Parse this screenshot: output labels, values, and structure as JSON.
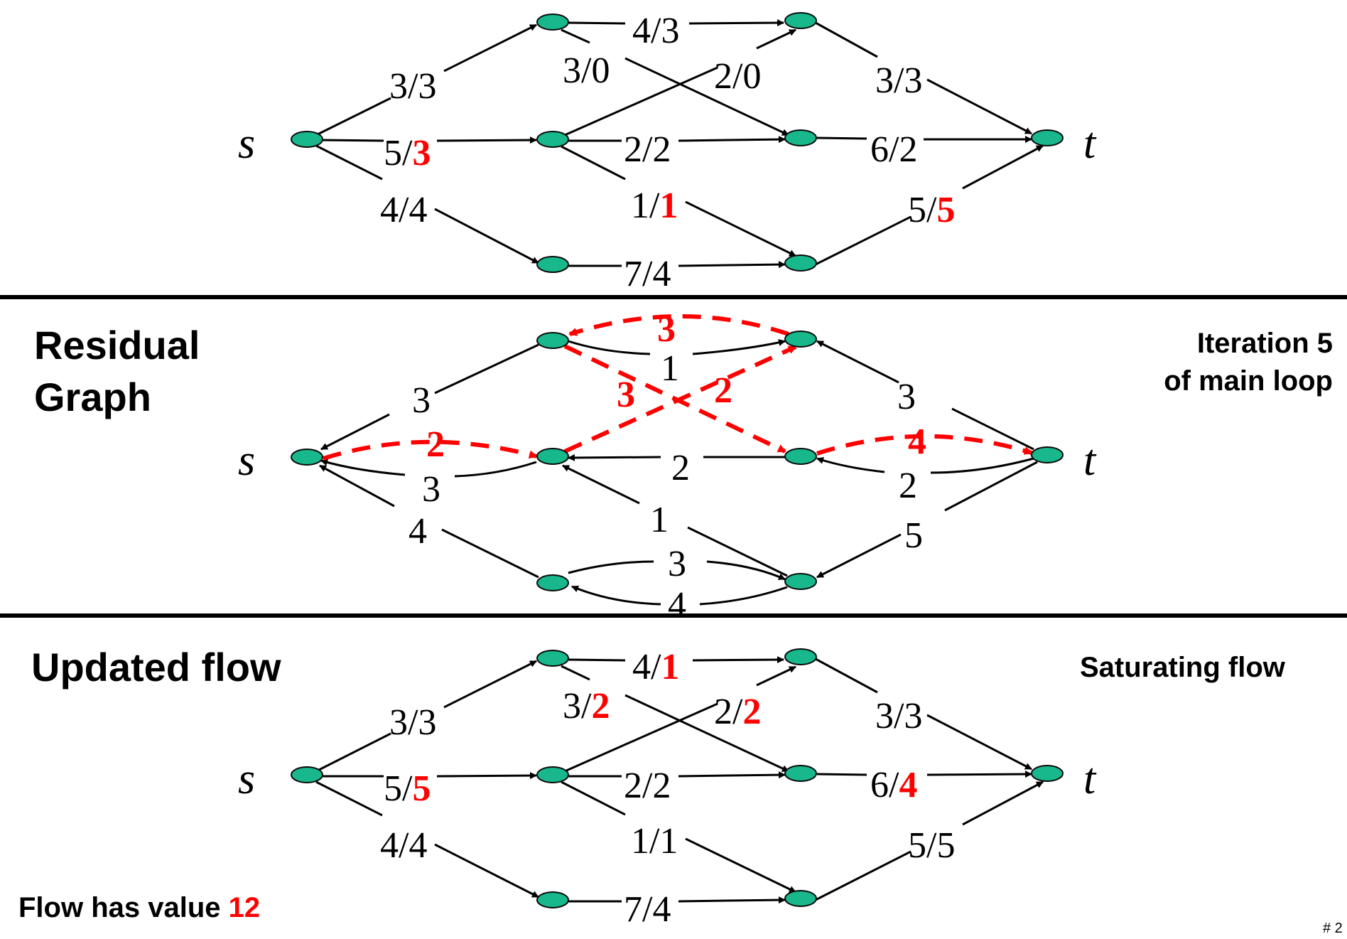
{
  "source_label": "s",
  "sink_label": "t",
  "residual_title_line1": "Residual",
  "residual_title_line2": "Graph",
  "iteration_line1": "Iteration 5",
  "iteration_line2": "of main loop",
  "updated_title": "Updated flow",
  "saturating_label": "Saturating flow",
  "flow_value_prefix": "Flow has value ",
  "flow_value": "12",
  "page_number": "# 2",
  "colors": {
    "node": "#18b88c",
    "highlight": "#ff0000",
    "line": "#000000"
  },
  "top_graph": {
    "edges": [
      {
        "from": "s",
        "to": "A",
        "label": "3/3"
      },
      {
        "from": "s",
        "to": "B",
        "label": "5/",
        "highlight": "3"
      },
      {
        "from": "s",
        "to": "C",
        "label": "4/4"
      },
      {
        "from": "A",
        "to": "D",
        "label": "4/3"
      },
      {
        "from": "A",
        "to": "E",
        "label": "3/0"
      },
      {
        "from": "B",
        "to": "D",
        "label": "2/0"
      },
      {
        "from": "B",
        "to": "E",
        "label": "2/2"
      },
      {
        "from": "B",
        "to": "F",
        "label": "1/",
        "highlight": "1"
      },
      {
        "from": "C",
        "to": "F",
        "label": "7/4"
      },
      {
        "from": "D",
        "to": "t",
        "label": "3/3"
      },
      {
        "from": "E",
        "to": "t",
        "label": "6/2"
      },
      {
        "from": "F",
        "to": "t",
        "label": "5/",
        "highlight": "5"
      }
    ]
  },
  "residual_graph": {
    "edges": [
      {
        "from": "A",
        "to": "s",
        "label": "3"
      },
      {
        "from": "B",
        "to": "s",
        "label": "3"
      },
      {
        "from": "C",
        "to": "s",
        "label": "4"
      },
      {
        "from": "A",
        "to": "D",
        "label": "1"
      },
      {
        "from": "E",
        "to": "B",
        "label": "2"
      },
      {
        "from": "F",
        "to": "B",
        "label": "1"
      },
      {
        "from": "C",
        "to": "F",
        "label": "3"
      },
      {
        "from": "F",
        "to": "C",
        "label": "4"
      },
      {
        "from": "t",
        "to": "D",
        "label": "3"
      },
      {
        "from": "t",
        "to": "E",
        "label": "2"
      },
      {
        "from": "t",
        "to": "F",
        "label": "5"
      }
    ],
    "augmenting_path": [
      {
        "from": "s",
        "to": "B",
        "label": "2"
      },
      {
        "from": "B",
        "to": "D",
        "label": "2"
      },
      {
        "from": "D",
        "to": "A",
        "label": "3"
      },
      {
        "from": "A",
        "to": "E",
        "label": "3"
      },
      {
        "from": "E",
        "to": "t",
        "label": "4"
      }
    ]
  },
  "bottom_graph": {
    "edges": [
      {
        "from": "s",
        "to": "A",
        "label": "3/3"
      },
      {
        "from": "s",
        "to": "B",
        "label": "5/",
        "highlight": "5"
      },
      {
        "from": "s",
        "to": "C",
        "label": "4/4"
      },
      {
        "from": "A",
        "to": "D",
        "label": "4/",
        "highlight": "1"
      },
      {
        "from": "A",
        "to": "E",
        "label": "3/",
        "highlight": "2"
      },
      {
        "from": "B",
        "to": "D",
        "label": "2/",
        "highlight": "2"
      },
      {
        "from": "B",
        "to": "E",
        "label": "2/2"
      },
      {
        "from": "B",
        "to": "F",
        "label": "1/1"
      },
      {
        "from": "C",
        "to": "F",
        "label": "7/4"
      },
      {
        "from": "D",
        "to": "t",
        "label": "3/3"
      },
      {
        "from": "E",
        "to": "t",
        "label": "6/",
        "highlight": "4"
      },
      {
        "from": "F",
        "to": "t",
        "label": "5/5"
      }
    ]
  }
}
